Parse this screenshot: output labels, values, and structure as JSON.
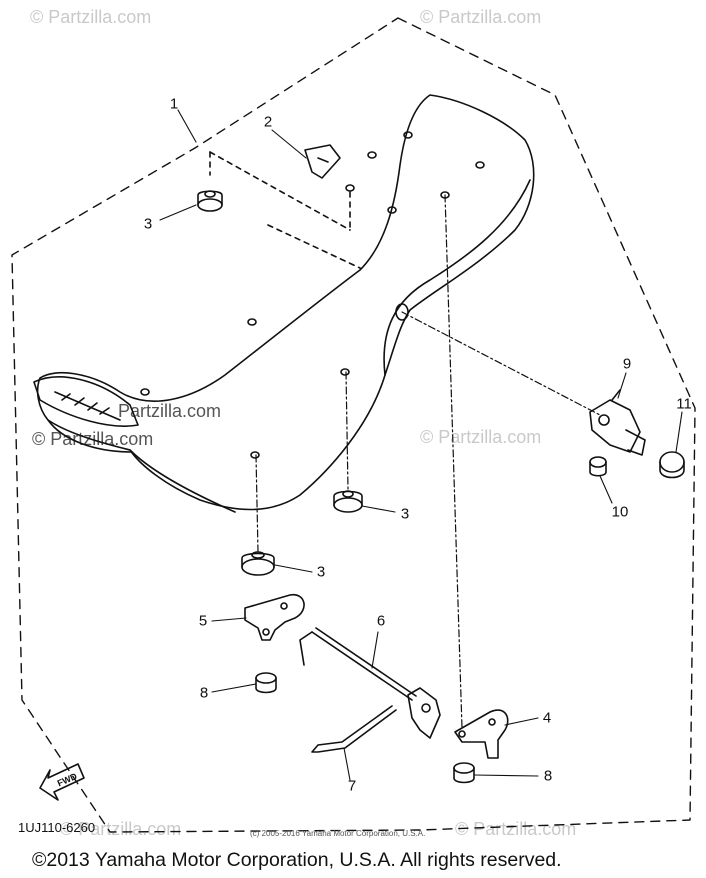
{
  "watermarks": [
    "© Partzilla.com",
    "© Partzilla.com",
    "© Partzilla.com",
    "© Partzilla.com",
    "Partzilla.com",
    "© Partzilla.com",
    "© Partzilla.com"
  ],
  "callouts": {
    "c1": "1",
    "c2": "2",
    "c3a": "3",
    "c3b": "3",
    "c3c": "3",
    "c4": "4",
    "c5": "5",
    "c6": "6",
    "c7": "7",
    "c8a": "8",
    "c8b": "8",
    "c9": "9",
    "c10": "10",
    "c11": "11"
  },
  "front_arrow_label": "FWD",
  "diagram_number": "1UJ110-6260",
  "small_copyright": "(c) 2005-2016 Yamaha Motor Corporation, U.S.A.",
  "copyright": "©2013 Yamaha Motor Corporation, U.S.A. All rights reserved."
}
